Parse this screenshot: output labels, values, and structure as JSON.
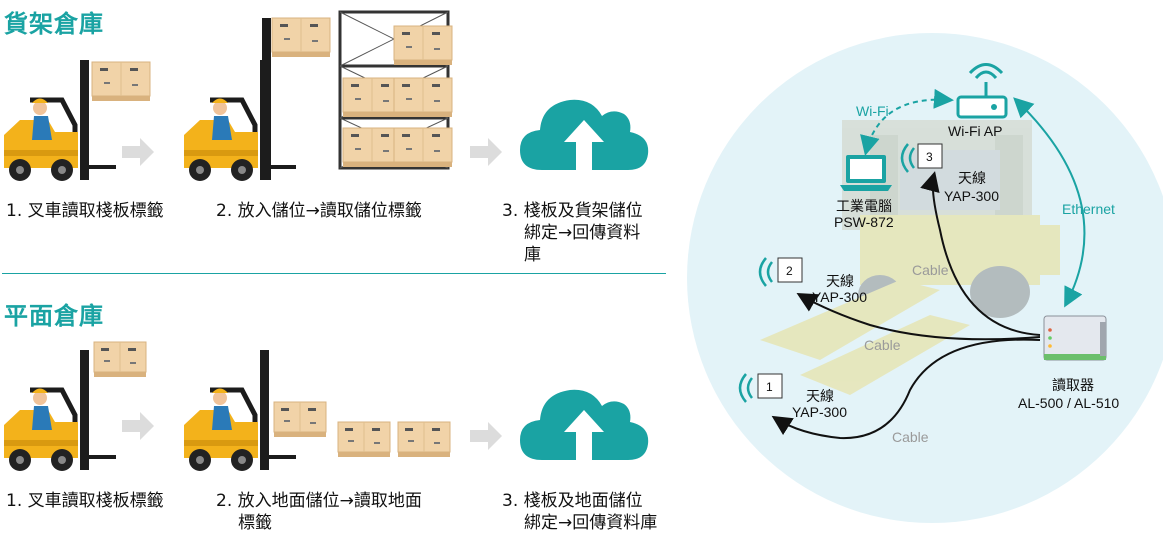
{
  "sections": {
    "shelf": {
      "title": "貨架倉庫",
      "steps": [
        {
          "line1": "1. 叉車讀取棧板標籤",
          "line2": ""
        },
        {
          "line1": "2. 放入儲位→讀取儲位標籤",
          "line2": ""
        },
        {
          "line1": "3. 棧板及貨架儲位",
          "line2": "綁定→回傳資料",
          "line3": "庫"
        }
      ]
    },
    "floor": {
      "title": "平面倉庫",
      "steps": [
        {
          "line1": "1. 叉車讀取棧板標籤",
          "line2": ""
        },
        {
          "line1": "2. 放入地面儲位→讀取地面",
          "line2": "標籤"
        },
        {
          "line1": "3. 棧板及地面儲位",
          "line2": "綁定→回傳資料庫"
        }
      ]
    }
  },
  "network": {
    "wifi_link": "Wi-Fi",
    "ethernet_link": "Ethernet",
    "ap": "Wi-Fi AP",
    "computer": {
      "line1": "工業電腦",
      "line2": "PSW-872"
    },
    "antennas": [
      {
        "number": "1",
        "name": "天線",
        "model": "YAP-300"
      },
      {
        "number": "2",
        "name": "天線",
        "model": "YAP-300"
      },
      {
        "number": "3",
        "name": "天線",
        "model": "YAP-300"
      }
    ],
    "reader": {
      "line1": "讀取器",
      "line2": "AL-500 / AL-510"
    },
    "cable_label": "Cable"
  },
  "colors": {
    "accent": "#1aa3a3",
    "forklift": "#f3b21b",
    "box": "#f1d3a8",
    "circle": "#e3f3f8"
  }
}
